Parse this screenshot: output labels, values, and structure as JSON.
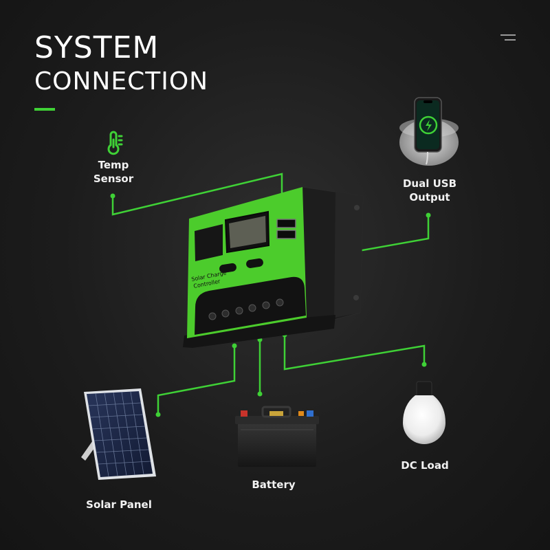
{
  "title": {
    "line1": "SYSTEM",
    "line2": "CONNECTION"
  },
  "colors": {
    "accent": "#3fd136",
    "controller_green": "#4ccc2c",
    "background": "#1c1c1c"
  },
  "components": {
    "temp_sensor": {
      "line1": "Temp",
      "line2": "Sensor",
      "icon": "thermometer-icon"
    },
    "usb_output": {
      "line1": "Dual USB",
      "line2": "Output",
      "icon": "smartphone-icon"
    },
    "solar_panel": {
      "label": "Solar Panel",
      "icon": "solar-panel-icon"
    },
    "battery": {
      "label": "Battery",
      "icon": "battery-icon"
    },
    "dc_load": {
      "label": "DC Load",
      "icon": "light-bulb-icon"
    }
  },
  "controller": {
    "line1": "Solar Charge",
    "line2": "Controller"
  }
}
